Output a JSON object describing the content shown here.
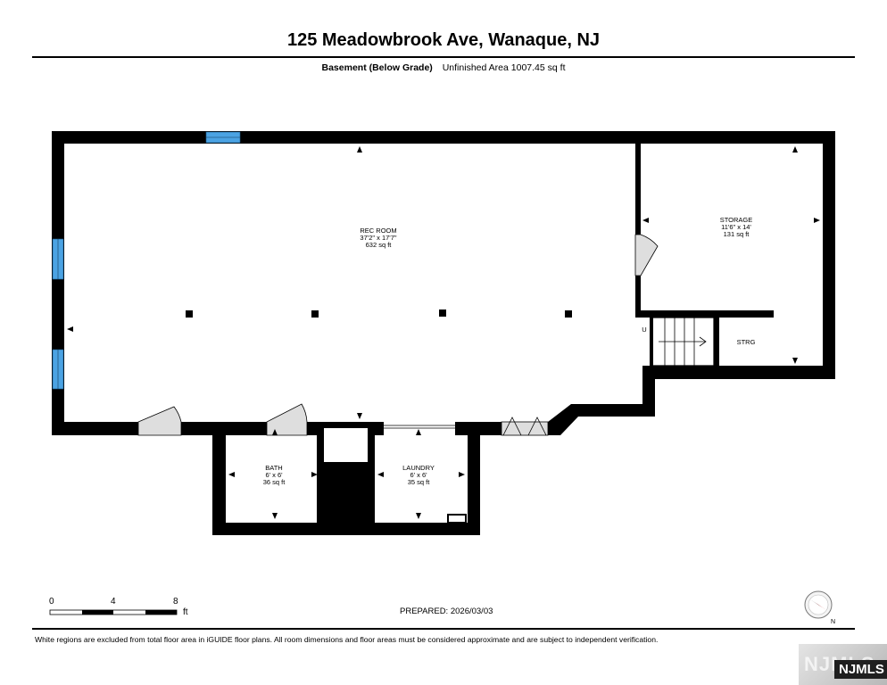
{
  "header": {
    "title": "125 Meadowbrook Ave, Wanaque, NJ",
    "level": "Basement (Below Grade)",
    "area_summary": "Unfinished Area 1007.45 sq ft"
  },
  "rooms": {
    "rec_room": {
      "name": "REC ROOM",
      "dims": "37'2\" x 17'7\"",
      "area": "632 sq ft"
    },
    "storage": {
      "name": "STORAGE",
      "dims": "11'6\" x 14'",
      "area": "131 sq ft"
    },
    "strg": {
      "name": "STRG"
    },
    "bath": {
      "name": "BATH",
      "dims": "6' x 6'",
      "area": "36 sq ft"
    },
    "laundry": {
      "name": "LAUNDRY",
      "dims": "6' x 6'",
      "area": "35 sq ft"
    },
    "stairs_marker": "U"
  },
  "scale_bar": {
    "ticks": [
      "0",
      "4",
      "8"
    ],
    "unit": "ft"
  },
  "prepared": "PREPARED: 2026/03/03",
  "disclaimer": "White regions are excluded from total floor area in iGUIDE floor plans. All room dimensions and floor areas must be considered approximate and are subject to independent verification.",
  "compass": {
    "north_label": "N"
  },
  "watermark": {
    "back_text": "NJMLS",
    "front_text": "NJMLS"
  },
  "colors": {
    "wall": "#000000",
    "window": "#4ba3e3",
    "door_swing": "#d6d6d6"
  }
}
